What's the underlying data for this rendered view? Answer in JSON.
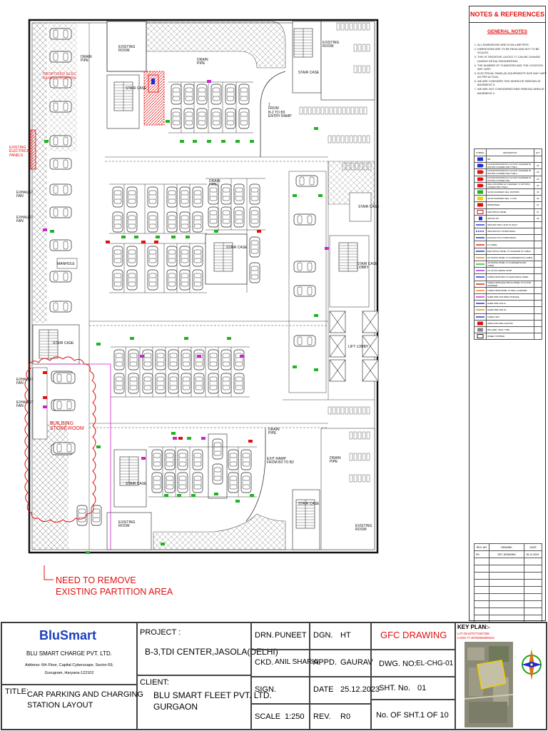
{
  "plan": {
    "rooms": {
      "existing_room_tl": "EXISTING\nROOM",
      "existing_room_tr": "EXISTING\nROOM",
      "existing_room_bl": "EXISTING\nROOM",
      "existing_room_br": "EXISTING\nROOM",
      "stair_case_1": "STAIR CASE",
      "stair_case_2": "STAIR CASE",
      "stair_case_3": "STAIR CASE",
      "stair_case_4": "STAIR CASE",
      "stair_case_5": "STAIR CASE",
      "stair_case_6": "STAIR CASE",
      "stair_case_lobby": "STAIR CASE\nLOBBY",
      "lift_lobby": "LIFT LOBBY",
      "manhole": "MANHOLE",
      "drain_pipe_1": "DRAIN\nPIPE",
      "drain_pipe_2": "DRAIN\nPIPE",
      "drain_pipe_3": "DRAIN\nPIPE",
      "drain_pipe_4": "DRAIN\nPIPE",
      "drain_pipe_5": "DRAIN\nPIPE",
      "entry_ramp": "1\nFROM\nB-2 TO B3\nENTRY RAMP",
      "exit_ramp": "EXIT RAMP\nFROM B3 TO B2",
      "exhaust_fan_1": "EXHAUST\nFAN",
      "exhaust_fan_2": "EXHAUST\nFAN",
      "exhaust_fan_3": "EXHAUST\nFAN",
      "exhaust_fan_4": "EXHAUST\nFAN",
      "existing_panels": "EXISTING\nELECTRICAL\nPANELS",
      "building_store": "BUILDING\nSTORE ROOM",
      "red_label_top": "PROPOSED ELEC\nPANEL LOCATION"
    },
    "callout": "NEED TO REMOVE\nEXISTING PARTITION AREA"
  },
  "notes": {
    "title": "NOTES & REFERENCES",
    "general_title": "GENERAL NOTES",
    "items": [
      "ALL DIMENSIONS ARE IN MILLIMETERS.",
      "DIMENSIONS ARE TO BE READ AND NOT TO BE SCALED.",
      "THIS IS TENTATIVE LAYOUT, IT CAN BE CHANGE DURING DETAIL ENGINEERING.",
      "THE NUMBER OF CHARGERS AND THE LOCATION MAY VARY.",
      "ELECTRICAL PANEL(S) EQUIPMENTS SIZE MAY VARY AS PER ACTUAL.",
      "WE ARE CONSIDER TWO WHEELER PARKING AT BASEMENT-3.",
      "WE ARE NOT CONSIDERED BIKE PARKING AREA AT BASEMENT-2."
    ],
    "legend_header": [
      "SYMBOL",
      "DESCRIPTION",
      "QTY"
    ],
    "legend": [
      {
        "sym": "#1d2bd6",
        "shape": "rect",
        "desc": "DB",
        "qty": ""
      },
      {
        "sym": "#1d2bd6",
        "shape": "tag",
        "desc": "FLOOR MOUNTED DC/ AC FAST CHARGER 60 KW WITH CONNECTOR TYPE-2",
        "qty": "00"
      },
      {
        "sym": "#e01010",
        "shape": "tag",
        "desc": "FLOOR MOUNTED DC/ AC FAST CHARGER 30 KW WITH CONNECTOR TYPE-2",
        "qty": "00"
      },
      {
        "sym": "#e01010",
        "shape": "tag",
        "desc": "FLOOR MOUNTED DC/ AC FAST CHARGER 15 KW WITH CONNECTOR",
        "qty": "00"
      },
      {
        "sym": "#e01010",
        "shape": "tag",
        "desc": "WALL MOUNTED AC CHARGER 7.4 KW WITH CONNECTOR TYPE-2",
        "qty": "00"
      },
      {
        "sym": "#22b222",
        "shape": "rect",
        "desc": "SLOW CHARGER CELL 3KW RMS",
        "qty": "44"
      },
      {
        "sym": "#f0d000",
        "shape": "rect",
        "desc": "SLOW CHARGER CELL 7.4 KW",
        "qty": "00"
      },
      {
        "sym": "#e01010",
        "shape": "rect",
        "desc": "RPDB PANEL",
        "qty": "01"
      },
      {
        "sym": "#e01010",
        "shape": "hatch",
        "desc": "ELECTRICAL PANEL",
        "qty": "01"
      },
      {
        "sym": "#1d2bd6",
        "shape": "square",
        "desc": "SWITCH PIT",
        "qty": "00"
      },
      {
        "sym": "#1d2bd6",
        "shape": "line",
        "desc": "GROUND TRAY LIGHT IN VAULT",
        "qty": ""
      },
      {
        "sym": "#1d2bd6",
        "shape": "dash",
        "desc": "GROUND PVC STORM DRAIN",
        "qty": ""
      },
      {
        "sym": "#1d2bd6",
        "shape": "line",
        "desc": "EXHAUST PVC STORM DRAIN",
        "qty": ""
      },
      {
        "sym": "#e01010",
        "shape": "line",
        "desc": "FT CABLE",
        "qty": ""
      },
      {
        "sym": "#1d2bd6",
        "shape": "line",
        "desc": "ELECTRICAL PANEL TO CHARGER HT CABLE",
        "qty": ""
      },
      {
        "sym": "#f08010",
        "shape": "line",
        "desc": "OUTGOING PANEL TO CHARGER(FAST) CABLE",
        "qty": ""
      },
      {
        "sym": "#22b222",
        "shape": "line",
        "desc": "OUTGOING PANEL TO CHARGER(SLOW) CABLE",
        "qty": ""
      },
      {
        "sym": "#8a2be2",
        "shape": "line",
        "desc": "LV/ HV AUX EARTH STRIP",
        "qty": ""
      },
      {
        "sym": "#1d2bd6",
        "shape": "line",
        "desc": "CABLE FROM RMU TO ELECTRICAL PANEL",
        "qty": ""
      },
      {
        "sym": "#e01010",
        "shape": "line",
        "desc": "CABLE FROM ELECTRICAL PANEL TO FLOOR CHARGER",
        "qty": ""
      },
      {
        "sym": "#f08010",
        "shape": "line",
        "desc": "CABLE FROM PANEL TO WALL CHARGER",
        "qty": ""
      },
      {
        "sym": "#d020d0",
        "shape": "line",
        "desc": "NAME PIPE FOR WIRE STORAGE",
        "qty": ""
      },
      {
        "sym": "#1d2bd6",
        "shape": "line",
        "desc": "NAME PIPE FOR LV",
        "qty": ""
      },
      {
        "sym": "#f08010",
        "shape": "line",
        "desc": "NAME PIPE FOR HV",
        "qty": ""
      },
      {
        "sym": "#1d2bd6",
        "shape": "line",
        "desc": "CABLE TRAY",
        "qty": ""
      },
      {
        "sym": "#e01010",
        "shape": "rect",
        "desc": "OPEN FOR FIRE LIGHTING",
        "qty": ""
      },
      {
        "sym": "#888888",
        "shape": "rect",
        "desc": "BOLLARD / WALL TYRE",
        "qty": ""
      },
      {
        "sym": "#222222",
        "shape": "hatch",
        "desc": "WHEEL STOPPER",
        "qty": ""
      }
    ],
    "rev_header": [
      "REV. NO",
      "REMARK",
      "DATE"
    ],
    "rev_rows": [
      [
        "R0",
        "GFC DRAWING",
        "05.12.2023"
      ]
    ]
  },
  "title_block": {
    "company_name": "BluSmart",
    "company_legal": "BLU SMART CHARGE PVT. LTD.",
    "company_address_1": "Address: 6th Floor, Capital Cyberscape, Sector-59,",
    "company_address_2": "Gurugram, Haryana-122102",
    "title_label": "TITLE:",
    "title_value": "CAR PARKING AND CHARGING\nSTATION LAYOUT",
    "project_label": "PROJECT :",
    "project_value": "B-3,TDI CENTER,JASOLA(DELHI)",
    "client_label": "CLIENT:",
    "client_value": "BLU SMART FLEET PVT. LTD.\nGURGAON",
    "drn_label": "DRN.",
    "drn_value": "PUNEET",
    "dgn_label": "DGN.",
    "dgn_value": "HT",
    "ckd_label": "CKD.",
    "ckd_value": "ANIL SHARKI",
    "appd_label": "APPD.",
    "appd_value": "GAURAV",
    "sign_label": "SIGN.",
    "date_label": "DATE",
    "date_value": "25.12.2023",
    "scale_label": "SCALE",
    "scale_value": "1:250",
    "rev_label": "REV.",
    "rev_value": "R0",
    "gfc": "GFC DRAWING",
    "dwg_label": "DWG. NO:",
    "dwg_value": "EL-CHG-01",
    "sht_label": "SHT. No.",
    "sht_value": "01",
    "nos_label": "No. OF SHT.",
    "nos_value": "1 OF 10",
    "key_plan_label": "KEY PLAN:-",
    "lat": "LAT-28.5375771557268",
    "long": "LONG-77.28756060605043"
  }
}
